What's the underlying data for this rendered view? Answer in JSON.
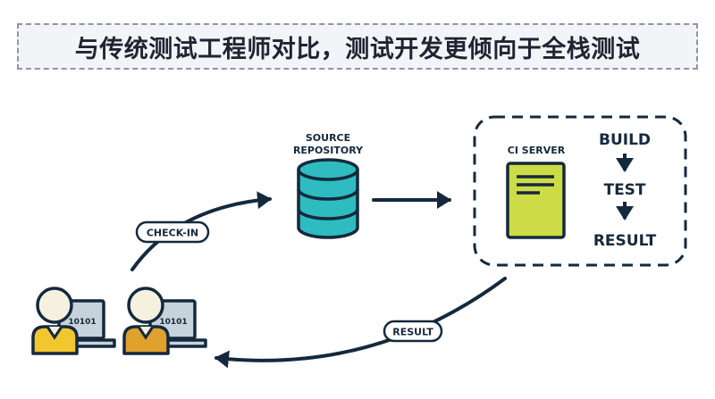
{
  "title": "与传统测试工程师对比，测试开发更倾向于全栈测试",
  "source": {
    "label_line1": "SOURCE",
    "label_line2": "REPOSITORY"
  },
  "ci": {
    "server_label": "CI SERVER",
    "steps": [
      "BUILD",
      "TEST",
      "RESULT"
    ]
  },
  "arrows": {
    "checkin_label": "CHECK-IN",
    "result_label": "RESULT"
  },
  "developers": [
    {
      "screen_text": "10101"
    },
    {
      "screen_text": "10101"
    }
  ],
  "colors": {
    "navy": "#15293d",
    "db_teal": "#2ebcc0",
    "server_green": "#cddc46",
    "dev1_shirt": "#f2c62e",
    "dev2_shirt": "#e0a22c",
    "face": "#f6f1df",
    "laptop": "#c7d3dc",
    "title_bg": "#f2f4f8"
  }
}
